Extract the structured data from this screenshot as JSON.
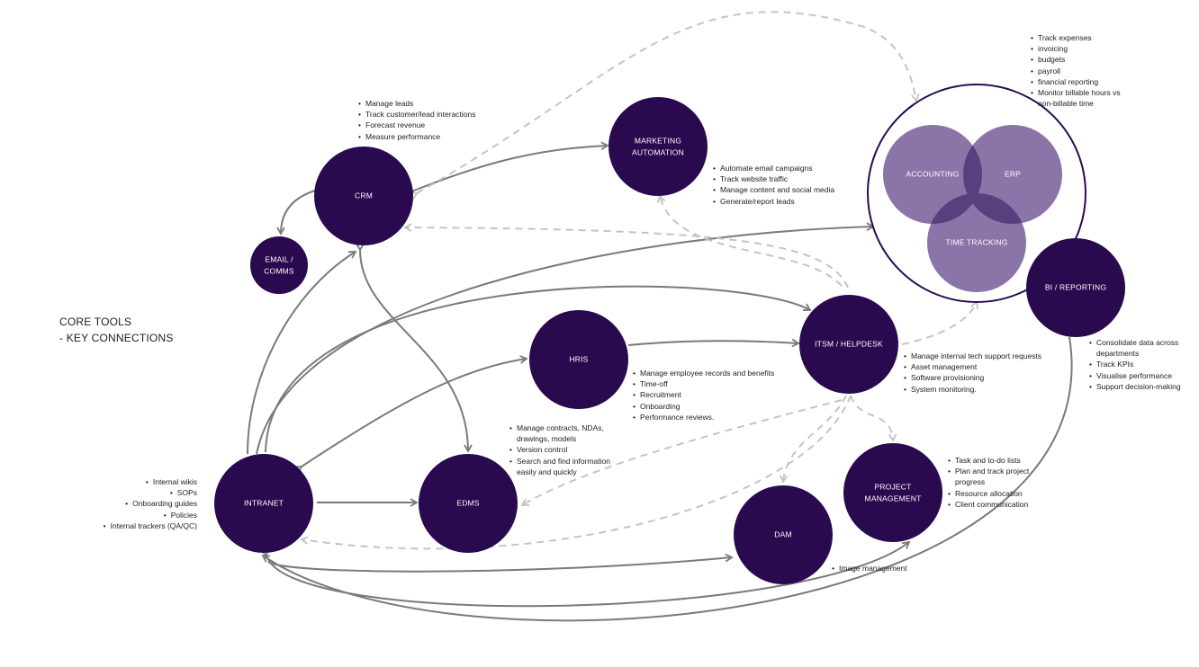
{
  "title": {
    "line1": "CORE TOOLS",
    "line2": "- KEY CONNECTIONS"
  },
  "colors": {
    "node": "#2a0a4f",
    "group_ring": "#2a0a4f",
    "group_fill": "#8a74a8",
    "group_overlap": "#5a3f7e",
    "arrow_solid": "#7a7a7a",
    "arrow_dashed": "#c4c4c4"
  },
  "nodes": {
    "crm": {
      "line1": "CRM",
      "line2": ""
    },
    "email": {
      "line1": "EMAIL /",
      "line2": "COMMS"
    },
    "marketing": {
      "line1": "MARKETING",
      "line2": "AUTOMATION"
    },
    "hris": {
      "line1": "HRIS",
      "line2": ""
    },
    "itsm": {
      "line1": "ITSM / HELPDESK",
      "line2": ""
    },
    "intranet": {
      "line1": "INTRANET",
      "line2": ""
    },
    "edms": {
      "line1": "EDMS",
      "line2": ""
    },
    "dam": {
      "line1": "DAM",
      "line2": ""
    },
    "pm": {
      "line1": "PROJECT",
      "line2": "MANAGEMENT"
    },
    "bi": {
      "line1": "BI / REPORTING",
      "line2": ""
    },
    "accounting": {
      "line1": "ACCOUNTING",
      "line2": ""
    },
    "erp": {
      "line1": "ERP",
      "line2": ""
    },
    "time": {
      "line1": "TIME TRACKING",
      "line2": ""
    }
  },
  "notes": {
    "finance": [
      "Track expenses",
      "invoicing",
      "budgets",
      "payroll",
      "financial reporting",
      "Monitor billable hours vs",
      "non-billable time"
    ],
    "crm": [
      "Manage leads",
      "Track customer/lead interactions",
      "Forecast revenue",
      "Measure performance"
    ],
    "marketing": [
      "Automate email campaigns",
      "Track website traffic",
      "Manage content and social media",
      "Generate/report leads"
    ],
    "bi": [
      "Consolidate data across",
      "departments",
      "Track KPIs",
      "Visualise performance",
      "Support decision-making"
    ],
    "itsm": [
      "Manage internal tech support requests",
      "Asset management",
      "Software provisioning",
      "System monitoring."
    ],
    "hris": [
      "Manage employee records and benefits",
      "Time-off",
      "Recruitment",
      "Onboarding",
      "Performance reviews."
    ],
    "edms": [
      "Manage contracts, NDAs,",
      "drawings, models",
      "Version control",
      "Search and find information",
      "easily and quickly"
    ],
    "intranet": [
      "Internal wikis",
      "SOPs",
      "Onboarding guides",
      "Policies",
      "Internal trackers (QA/QC)"
    ],
    "pm": [
      "Task and to-do lists",
      "Plan and track project",
      "progress",
      "Resource allocation",
      "Client communication"
    ],
    "dam": [
      "Image management"
    ]
  }
}
